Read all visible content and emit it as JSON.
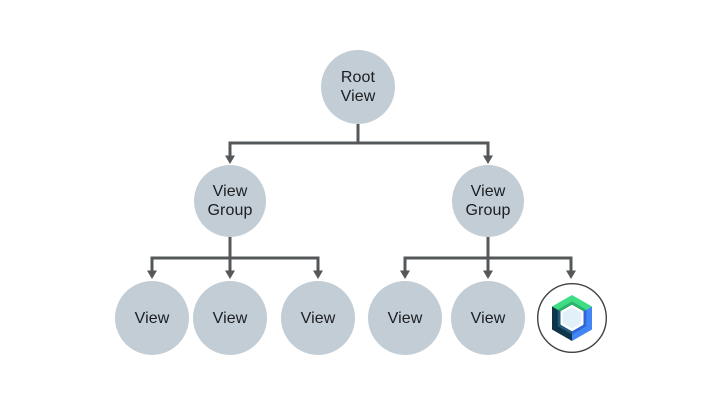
{
  "diagram": {
    "name": "android-view-hierarchy-tree",
    "background": "#FFFFFF",
    "connector_color": "#54585A",
    "node_fill": "#C2CDD5",
    "node_text_color": "#1C1E21",
    "nodes": {
      "root": {
        "label": "Root\nView"
      },
      "group_left": {
        "label": "View\nGroup"
      },
      "group_right": {
        "label": "View\nGroup"
      },
      "view_1": {
        "label": "View"
      },
      "view_2": {
        "label": "View"
      },
      "view_3": {
        "label": "View"
      },
      "view_4": {
        "label": "View"
      },
      "view_5": {
        "label": "View"
      }
    },
    "structure": {
      "root": [
        "group_left",
        "group_right"
      ],
      "group_left": [
        "view_1",
        "view_2",
        "view_3"
      ],
      "group_right": [
        "view_4",
        "view_5",
        "compose_logo"
      ]
    },
    "logo_node": {
      "name": "jetpack-compose-logo",
      "colors": {
        "ring": "#3F4245",
        "circle_fill": "#FFFFFF",
        "green": "#3EDC84",
        "green_shade": "#2BB169",
        "blue": "#4285F4",
        "blue_shade": "#3064D9",
        "navy": "#0D3448",
        "navy_shade": "#1E5A77",
        "hex_fill": "#E2F0FA",
        "hex_stroke": "#FFFFFF"
      }
    }
  }
}
